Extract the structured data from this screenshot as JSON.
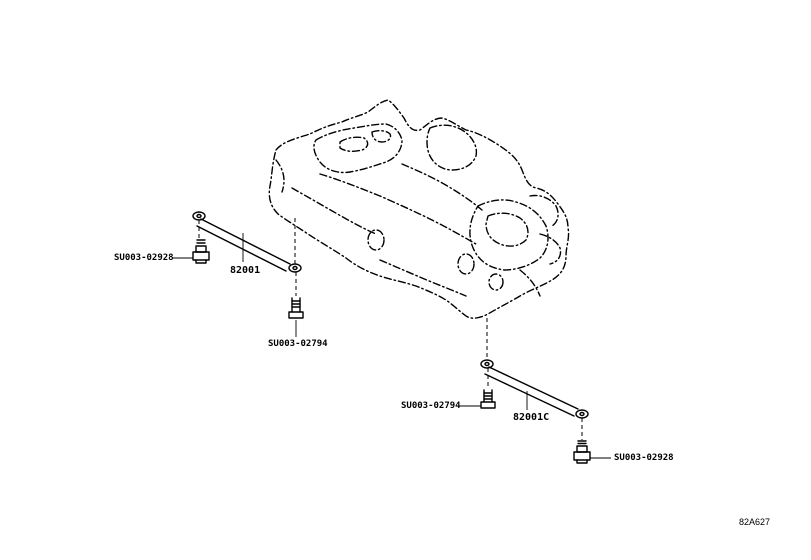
{
  "labels": {
    "bolt_a_top": "SU003-02928",
    "rod_a": "82001",
    "bolt_b_top": "SU003-02794",
    "bolt_b_bottom": "SU003-02794",
    "rod_b": "82001C",
    "bolt_a_bottom": "SU003-02928",
    "figure_ref": "82A627"
  },
  "colors": {
    "line": "#000000",
    "background": "#ffffff"
  }
}
